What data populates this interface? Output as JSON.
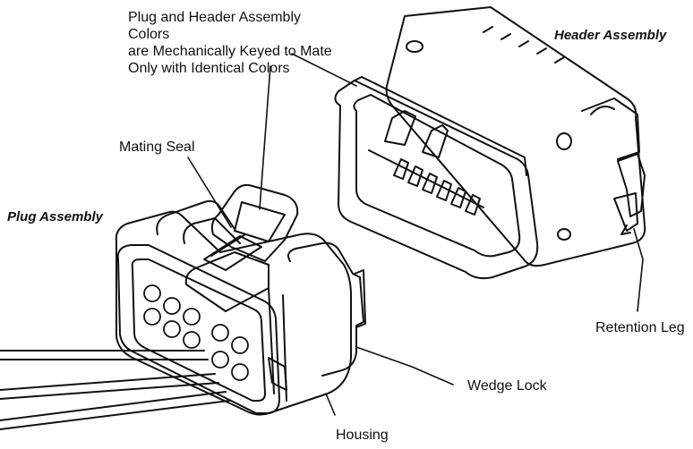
{
  "diagram": {
    "labels": {
      "header_assembly": "Header Assembly",
      "plug_assembly": "Plug Assembly",
      "mating_seal": "Mating Seal",
      "retention_leg": "Retention Leg",
      "wedge_lock": "Wedge Lock",
      "housing": "Housing",
      "keying_note_lines": [
        "Plug and Header Assembly Colors",
        "are Mechanically Keyed to Mate",
        "Only with Identical Colors"
      ]
    },
    "colors": {
      "ink": "#111111",
      "background": "#ffffff"
    }
  }
}
